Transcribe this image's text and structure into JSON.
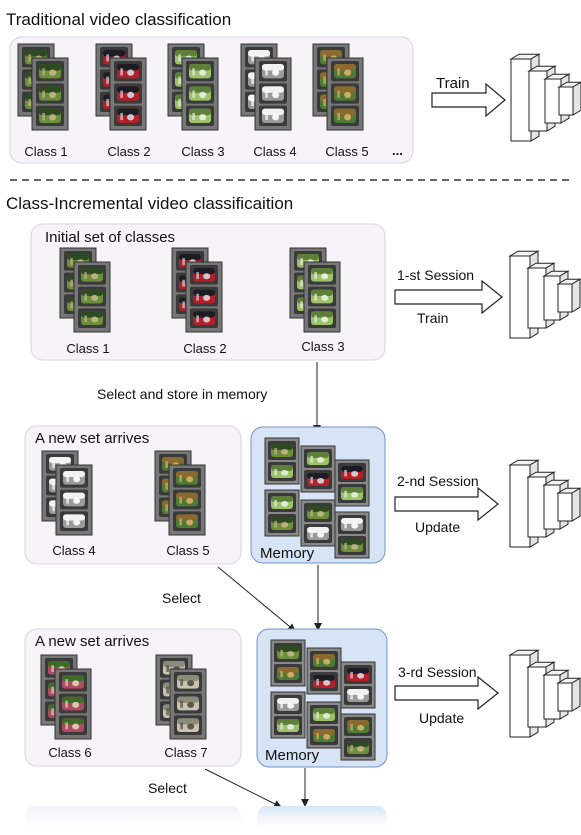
{
  "sections": {
    "traditional_title": "Traditional video classification",
    "incremental_title": "Class-Incremental video classificaition"
  },
  "traditional": {
    "classes": [
      "Class 1",
      "Class 2",
      "Class 3",
      "Class 4",
      "Class 5"
    ],
    "ellipsis": "...",
    "arrow_label": "Train"
  },
  "session1": {
    "box_title": "Initial set of classes",
    "classes": [
      "Class 1",
      "Class 2",
      "Class 3"
    ],
    "arrow_top": "1-st Session",
    "arrow_bottom": "Train"
  },
  "select_store_label": "Select and store in memory",
  "session2": {
    "box_title": "A new set arrives",
    "classes": [
      "Class 4",
      "Class 5"
    ],
    "memory_label": "Memory",
    "arrow_top": "2-nd Session",
    "arrow_bottom": "Update"
  },
  "select_label_1": "Select",
  "session3": {
    "box_title": "A new set arrives",
    "classes": [
      "Class 6",
      "Class 7"
    ],
    "memory_label": "Memory",
    "arrow_top": "3-rd Session",
    "arrow_bottom": "Update"
  },
  "select_label_2": "Select",
  "colors": {
    "box_fill": "#f6f4f8",
    "box_stroke": "#d8d4dc",
    "memory_fill": "#d7e4f6",
    "memory_stroke": "#6f93c6",
    "divider": "#333333"
  }
}
